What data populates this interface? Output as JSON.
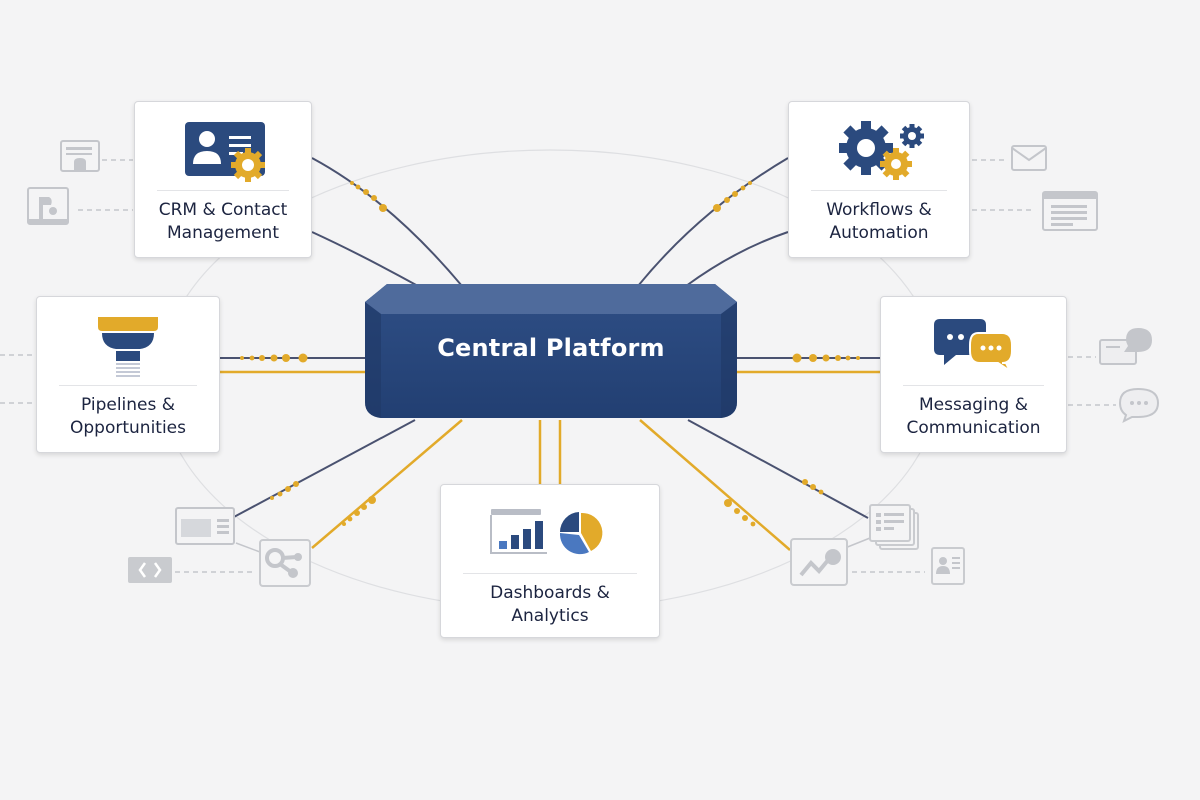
{
  "diagram": {
    "hub": {
      "label": "Central Platform"
    },
    "modules": [
      {
        "id": "crm",
        "label_line1": "CRM & Contact",
        "label_line2": "Management",
        "icon": "contact-card-gear-icon"
      },
      {
        "id": "workflows",
        "label_line1": "Workflows &",
        "label_line2": "Automation",
        "icon": "gears-icon"
      },
      {
        "id": "pipelines",
        "label_line1": "Pipelines &",
        "label_line2": "Opportunities",
        "icon": "funnel-icon"
      },
      {
        "id": "messaging",
        "label_line1": "Messaging &",
        "label_line2": "Communication",
        "icon": "chat-bubbles-icon"
      },
      {
        "id": "dashboards",
        "label_line1": "Dashboards &",
        "label_line2": "Analytics",
        "icon": "bar-pie-chart-icon"
      }
    ],
    "satellites": [
      {
        "near": "crm",
        "icon": "web-form-icon"
      },
      {
        "near": "crm",
        "icon": "profile-document-icon"
      },
      {
        "near": "workflows",
        "icon": "envelope-icon"
      },
      {
        "near": "workflows",
        "icon": "text-document-icon"
      },
      {
        "near": "messaging",
        "icon": "notes-chat-icon"
      },
      {
        "near": "messaging",
        "icon": "speech-bubble-icon"
      },
      {
        "near": "pipelines",
        "icon": "browser-window-icon"
      },
      {
        "near": "pipelines",
        "icon": "code-icon"
      },
      {
        "near": "dashboards",
        "icon": "share-nodes-icon"
      },
      {
        "near": "dashboards",
        "icon": "trend-line-icon"
      },
      {
        "near": "messaging",
        "icon": "stacked-lists-icon"
      },
      {
        "near": "messaging",
        "icon": "contact-id-icon"
      }
    ],
    "colors": {
      "navy": "#2b4a7e",
      "gold": "#e2aa2a",
      "line": "#4a5270",
      "muted": "#c4c6cb",
      "text": "#1c2440",
      "background": "#f4f4f5"
    }
  }
}
